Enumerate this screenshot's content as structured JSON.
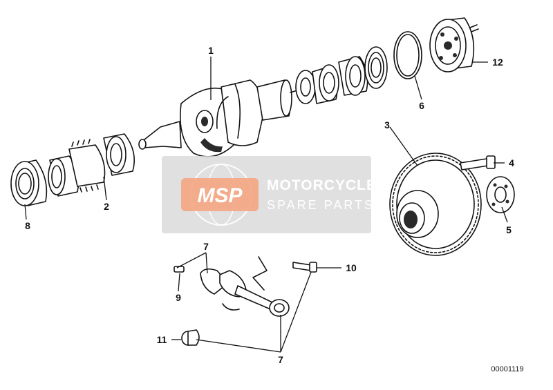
{
  "callouts": {
    "c1": "1",
    "c2": "2",
    "c3": "3",
    "c4": "4",
    "c5": "5",
    "c6": "6",
    "c7a": "7",
    "c7b": "7",
    "c8": "8",
    "c9": "9",
    "c10": "10",
    "c11": "11",
    "c12": "12"
  },
  "catalog_number": "00001119",
  "watermark": {
    "logo": "MSP",
    "title": "MOTORCYCLE",
    "subtitle": "SPARE PARTS",
    "logo_color": "#f4a582"
  }
}
